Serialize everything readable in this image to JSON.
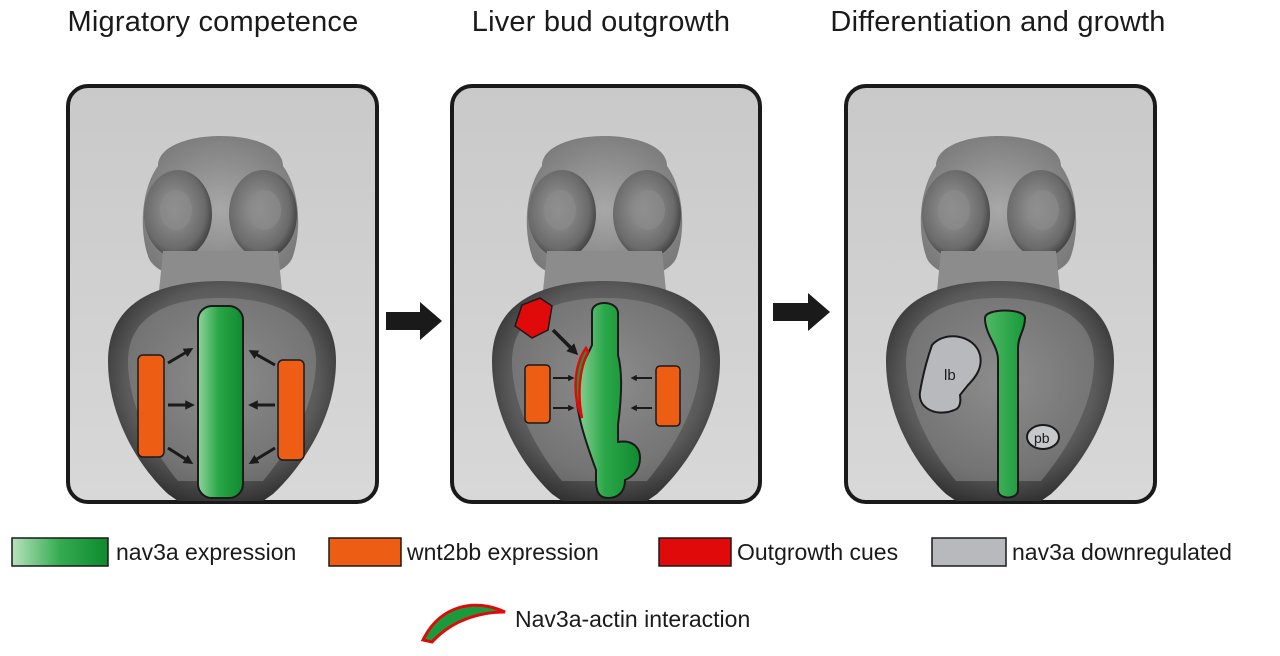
{
  "stages": [
    {
      "title": "Migratory competence"
    },
    {
      "title": "Liver bud outgrowth"
    },
    {
      "title": "Differentiation and growth"
    }
  ],
  "labels": {
    "liver_bud": "lb",
    "pancreatic_bud": "pb"
  },
  "legend": [
    {
      "label": "nav3a expression",
      "color": "#1a9a3c"
    },
    {
      "label": "wnt2bb expression",
      "color": "#ee5d14"
    },
    {
      "label": "Outgrowth cues",
      "color": "#e10a0a"
    },
    {
      "label": "nav3a downregulated",
      "color": "#b8b9bc"
    },
    {
      "label": "Nav3a-actin interaction",
      "color": "#1a9a3c"
    }
  ],
  "colors": {
    "nav3a": "#1a9a3c",
    "wnt2bb": "#ee5d14",
    "outgrowth": "#e10a0a",
    "downregulated": "#b8b9bc",
    "arrow": "#1a1a1a"
  }
}
